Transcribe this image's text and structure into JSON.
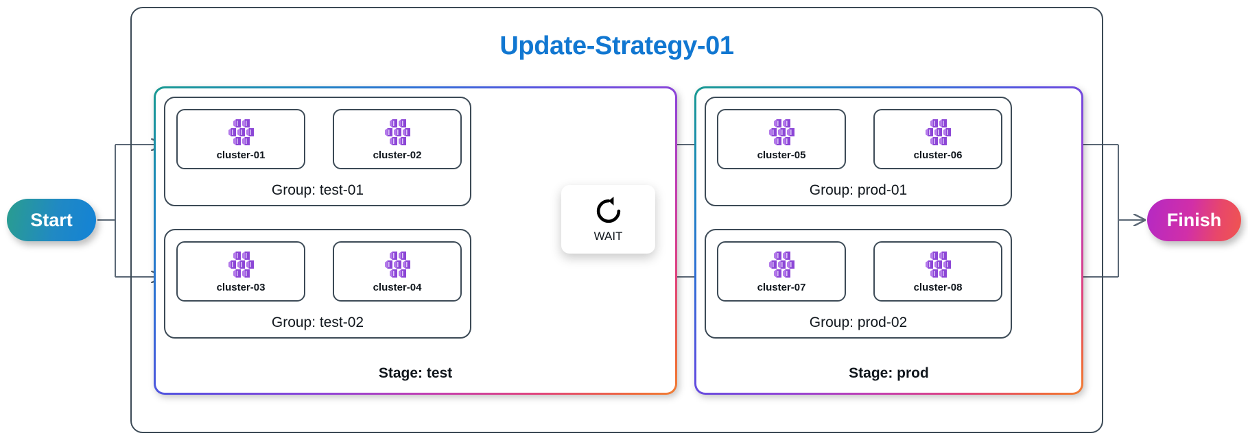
{
  "diagram": {
    "title": "Update-Strategy-01",
    "title_color": "#1177d1",
    "background": "#ffffff"
  },
  "terminators": {
    "start": {
      "label": "Start",
      "gradient_from": "#2a9d8f",
      "gradient_to": "#1382d6"
    },
    "finish": {
      "label": "Finish",
      "gradient_from": "#b429c4",
      "gradient_to": "#f0554f"
    }
  },
  "wait": {
    "label": "WAIT",
    "icon": "rotate-ccw-icon"
  },
  "stages": [
    {
      "id": "test",
      "label": "Stage: test",
      "groups": [
        {
          "id": "test-01",
          "label": "Group: test-01",
          "clusters": [
            {
              "name": "cluster-01",
              "icon": "kubernetes-cluster-icon"
            },
            {
              "name": "cluster-02",
              "icon": "kubernetes-cluster-icon"
            }
          ]
        },
        {
          "id": "test-02",
          "label": "Group: test-02",
          "clusters": [
            {
              "name": "cluster-03",
              "icon": "kubernetes-cluster-icon"
            },
            {
              "name": "cluster-04",
              "icon": "kubernetes-cluster-icon"
            }
          ]
        }
      ]
    },
    {
      "id": "prod",
      "label": "Stage: prod",
      "groups": [
        {
          "id": "prod-01",
          "label": "Group: prod-01",
          "clusters": [
            {
              "name": "cluster-05",
              "icon": "kubernetes-cluster-icon"
            },
            {
              "name": "cluster-06",
              "icon": "kubernetes-cluster-icon"
            }
          ]
        },
        {
          "id": "prod-02",
          "label": "Group: prod-02",
          "clusters": [
            {
              "name": "cluster-07",
              "icon": "kubernetes-cluster-icon"
            },
            {
              "name": "cluster-08",
              "icon": "kubernetes-cluster-icon"
            }
          ]
        }
      ]
    }
  ],
  "colors": {
    "node_stroke": "#3c4a56",
    "connector": "#5a6775",
    "cluster_icon_purple": "#8c46d6",
    "stage_border_gradient": [
      "#1a9a91",
      "#1c86c0",
      "#5b4fe0",
      "#c23fb3",
      "#ef6a3c"
    ]
  }
}
